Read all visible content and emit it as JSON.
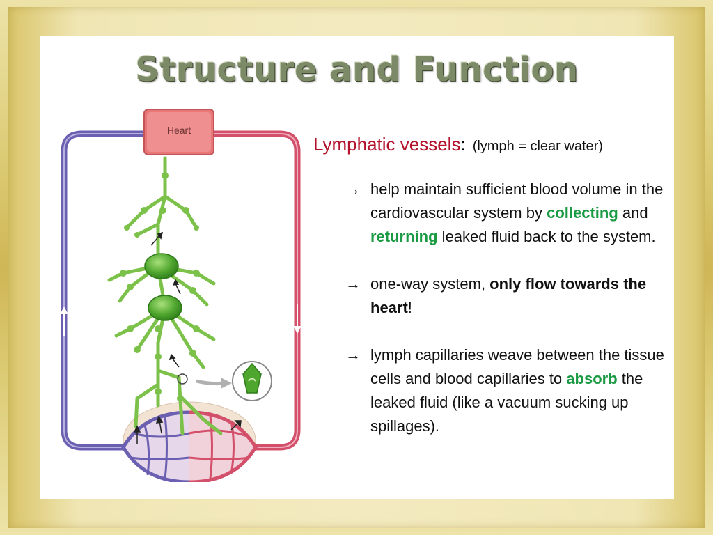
{
  "slide": {
    "title": "Structure and Function"
  },
  "diagram": {
    "heart_label": "Heart"
  },
  "content": {
    "heading_term": "Lymphatic vessels",
    "heading_colon": ":",
    "heading_note": "(lymph = clear water)",
    "arrow_symbol": "→",
    "bullet1": {
      "text_a": "help maintain sufficient blood volume in the cardiovascular system by ",
      "highlight_a": "collecting",
      "text_b": " and ",
      "highlight_b": "returning",
      "text_c": " leaked fluid back to the system."
    },
    "bullet2": {
      "text_a": "one-way system, ",
      "bold": "only flow towards the heart",
      "text_b": "!"
    },
    "bullet3": {
      "text_a": "lymph capillaries weave between the tissue cells and blood capillaries to ",
      "highlight": "absorb",
      "text_b": " the leaked fluid (like a vacuum sucking up spillages)."
    }
  },
  "colors": {
    "term": "#b3122a",
    "highlight": "#1a9a43",
    "title": "#7d8a68",
    "lymph_green": "#7cc24a",
    "vein_blue": "#6a5fb0",
    "artery_red": "#d4506a"
  }
}
